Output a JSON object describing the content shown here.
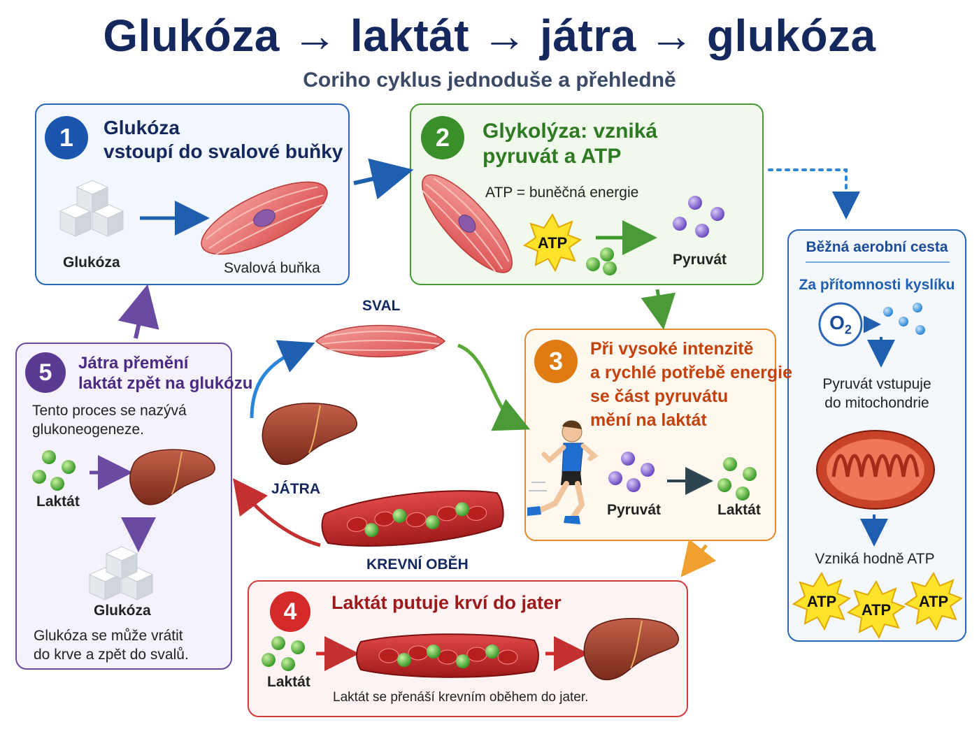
{
  "title": "Glukóza → laktát → játra → glukóza",
  "subtitle": "Coriho cyklus jednoduše a přehledně",
  "colors": {
    "blue": "#1f5fb0",
    "green": "#3a8f2a",
    "orange": "#e07a12",
    "red": "#d42a2a",
    "purple": "#5a3a93",
    "navy": "#14285e"
  },
  "step1": {
    "number": "1",
    "title_line1": "Glukóza",
    "title_line2": "vstoupí do svalové buňky",
    "label_glucose": "Glukóza",
    "label_cell": "Svalová buňka"
  },
  "step2": {
    "number": "2",
    "title_line1": "Glykolýza: vzniká",
    "title_line2": "pyruvát a ATP",
    "note": "ATP = buněčná energie",
    "atp": "ATP",
    "label_pyruvate": "Pyruvát"
  },
  "step3": {
    "number": "3",
    "text": [
      "Při vysoké intenzitě",
      "a rychlé potřebě energie",
      "se část pyruvátu",
      "mění na laktát"
    ],
    "label_pyruvate": "Pyruvát",
    "label_lactate": "Laktát"
  },
  "step4": {
    "number": "4",
    "title": "Laktát putuje krví do jater",
    "label_lactate": "Laktát",
    "note": "Laktát se přenáší krevním oběhem do jater."
  },
  "step5": {
    "number": "5",
    "title_line1": "Játra přemění",
    "title_line2": "laktát zpět na glukózu",
    "desc_line1": "Tento proces se nazývá",
    "desc_line2": "glukoneogeneze.",
    "label_lactate": "Laktát",
    "label_glucose": "Glukóza",
    "note_line1": "Glukóza se může vrátit",
    "note_line2": "do krve a zpět do svalů."
  },
  "center": {
    "muscle": "SVAL",
    "liver": "JÁTRA",
    "blood": "KREVNÍ OBĚH"
  },
  "aerobic": {
    "title": "Běžná aerobní cesta",
    "subtitle": "Za přítomnosti kyslíku",
    "o2": "O",
    "o2_sub": "2",
    "text1_line1": "Pyruvát vstupuje",
    "text1_line2": "do mitochondrie",
    "text2": "Vzniká hodně ATP",
    "atp": [
      "ATP",
      "ATP",
      "ATP"
    ]
  }
}
